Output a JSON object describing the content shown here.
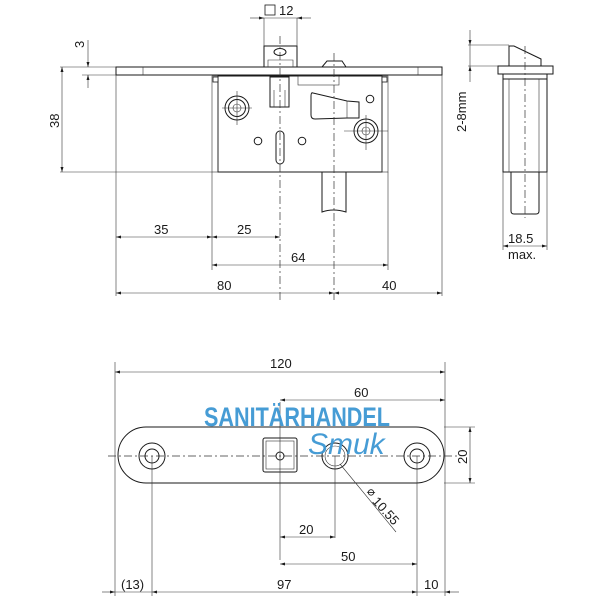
{
  "drawing": {
    "type": "technical-drawing",
    "subject": "mortise lock with faceplate",
    "colors": {
      "line": "#1a1a1a",
      "watermark": "#3d97d3",
      "background": "#ffffff"
    }
  },
  "front_view": {
    "dimensions": {
      "spindle_square": "12",
      "faceplate_thickness": "3",
      "body_height": "38",
      "backset_left": "35",
      "spindle_to_edge": "25",
      "body_width": "64",
      "total_left": "80",
      "total_right": "40"
    }
  },
  "side_view": {
    "dimensions": {
      "range": "2-8mm",
      "width": "18.5",
      "width_note": "max."
    }
  },
  "faceplate_view": {
    "dimensions": {
      "length": "120",
      "half_length": "60",
      "width": "20",
      "hole_diameter": "10.55",
      "spindle_offset": "20",
      "cylinder_offset": "50",
      "left_end": "(13)",
      "hole_spacing": "97",
      "right_end": "10"
    },
    "diameter_symbol": "⌀"
  },
  "watermark": {
    "line1": "SANITÄRHANDEL",
    "line2": "Smuk"
  }
}
